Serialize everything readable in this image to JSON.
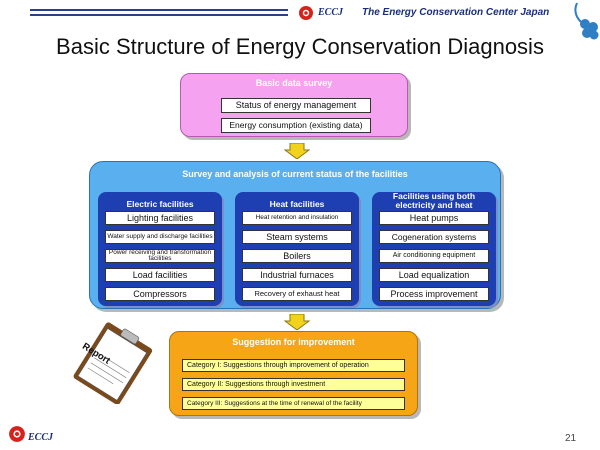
{
  "header": {
    "org_short": "ECCJ",
    "org_name": "The Energy Conservation Center Japan"
  },
  "title": "Basic Structure of Energy Conservation Diagnosis",
  "basic_survey": {
    "title": "Basic data survey",
    "items": [
      "Status of energy management",
      "Energy consumption (existing data)"
    ]
  },
  "survey": {
    "title": "Survey and analysis of current status of the facilities",
    "groups": [
      {
        "title": "Electric facilities",
        "items": [
          "Lighting facilities",
          "Water supply and discharge facilities",
          "Power receiving and transformation facilities",
          "Load facilities",
          "Compressors"
        ]
      },
      {
        "title": "Heat facilities",
        "items": [
          "Heat retention and insulation",
          "Steam systems",
          "Boilers",
          "Industrial furnaces",
          "Recovery of exhaust heat"
        ]
      },
      {
        "title": "Facilities using both electricity and heat",
        "items": [
          "Heat pumps",
          "Cogeneration systems",
          "Air conditioning equipment",
          "Load equalization",
          "Process improvement"
        ]
      }
    ]
  },
  "suggestion": {
    "title": "Suggestion for improvement",
    "items": [
      "Category I: Suggestions through improvement of operation",
      "Category II: Suggestions through investment",
      "Category III: Suggestions at the time of renewal of the facility"
    ]
  },
  "report_label": "Report",
  "footer": {
    "org_short": "ECCJ",
    "page_number": "21"
  },
  "colors": {
    "pink_box": "#f5a3f0",
    "blue_box": "#5ab0ef",
    "dark_blue": "#1d3fb2",
    "orange_box": "#f5a515",
    "arrow": "#f2d21c",
    "category_fill": "#ffff99"
  },
  "icons": [
    "eccj-logo-icon",
    "clover-logo-icon",
    "down-arrow-icon",
    "clipboard-report-icon"
  ]
}
